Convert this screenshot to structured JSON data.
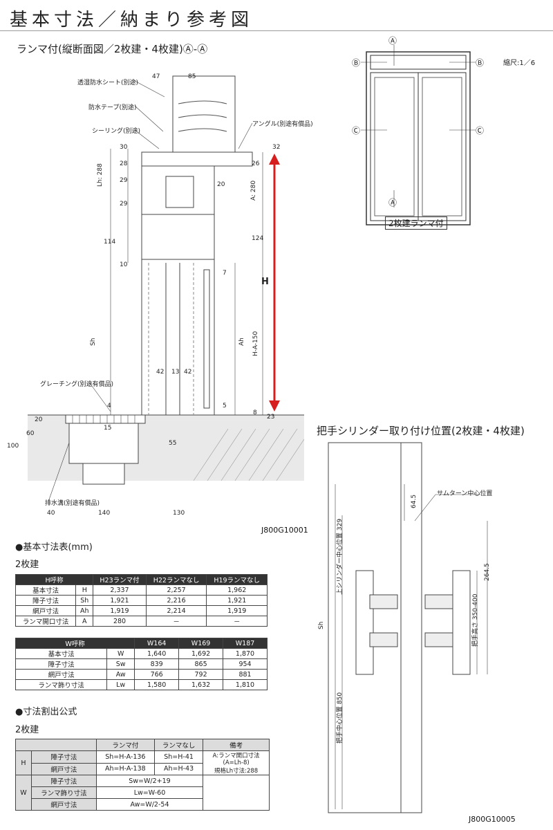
{
  "page_title": "基本寸法／納まり参考図",
  "section_diagram": {
    "title": "ランマ付(縦断面図／2枚建・4枚建)Ⓐ-Ⓐ",
    "labels": {
      "sheet": "透湿防水シート(別途)",
      "tape": "防水テープ(別途)",
      "sealing": "シーリング(別途)",
      "angle": "アングル(別途有償品)",
      "grating": "グレーチング(別途有償品)",
      "drain": "排水溝(別途有償品)",
      "lh": "Lh: 288",
      "a": "A: 280",
      "sh": "Sh",
      "ah": "Ah",
      "ha": "H-A-150",
      "h": "H"
    },
    "dims": [
      "47",
      "85",
      "30",
      "28",
      "29",
      "29",
      "20",
      "32",
      "26",
      "114",
      "124",
      "10",
      "7",
      "42",
      "13",
      "42",
      "4",
      "5",
      "8",
      "15",
      "20",
      "60",
      "100",
      "23",
      "55",
      "40",
      "140",
      "130"
    ],
    "code": "J800G10001"
  },
  "elevation": {
    "scale": "縮尺:1／6",
    "caption": "2枚建ランマ付",
    "markers": {
      "a": "Ⓐ",
      "b": "Ⓑ",
      "c": "Ⓒ"
    }
  },
  "handle_diagram": {
    "title": "把手シリンダー取り付け位置(2枚建・4枚建)",
    "labels": {
      "thumbturn": "サムターン中心位置",
      "d645": "64.5",
      "upper": "上シリンダー中心位置 329",
      "d2645": "264.5",
      "height": "把手高さ 350-400",
      "sh": "Sh",
      "center": "把手中心位置 850"
    },
    "code": "J800G10005"
  },
  "basic_table": {
    "heading": "●基本寸法表(mm)",
    "sub": "2枚建",
    "h_header": [
      "H呼称",
      "H23ランマ付",
      "H22ランマなし",
      "H19ランマなし"
    ],
    "h_rows": [
      [
        "基本寸法",
        "H",
        "2,337",
        "2,257",
        "1,962"
      ],
      [
        "障子寸法",
        "Sh",
        "1,921",
        "2,216",
        "1,921"
      ],
      [
        "網戸寸法",
        "Ah",
        "1,919",
        "2,214",
        "1,919"
      ],
      [
        "ランマ開口寸法",
        "A",
        "280",
        "－",
        "－"
      ]
    ],
    "w_header": [
      "W呼称",
      "W164",
      "W169",
      "W187"
    ],
    "w_rows": [
      [
        "基本寸法",
        "W",
        "1,640",
        "1,692",
        "1,870"
      ],
      [
        "障子寸法",
        "Sw",
        "839",
        "865",
        "954"
      ],
      [
        "網戸寸法",
        "Aw",
        "766",
        "792",
        "881"
      ],
      [
        "ランマ飾り寸法",
        "Lw",
        "1,580",
        "1,632",
        "1,810"
      ]
    ]
  },
  "formula_table": {
    "heading": "●寸法割出公式",
    "sub": "2枚建",
    "head": [
      "ランマ付",
      "ランマなし",
      "備考"
    ],
    "h": "H",
    "w": "W",
    "h_rows": [
      [
        "障子寸法",
        "Sh=H-A-136",
        "Sh=H-41"
      ],
      [
        "網戸寸法",
        "Ah=H-A-138",
        "Ah=H-43"
      ]
    ],
    "note": "A:ランマ開口寸法\n(A=Lh-8)\n規格Lh寸法:288",
    "w_rows": [
      [
        "障子寸法",
        "Sw=W/2+19"
      ],
      [
        "ランマ飾り寸法",
        "Lw=W-60"
      ],
      [
        "網戸寸法",
        "Aw=W/2-54"
      ]
    ]
  }
}
